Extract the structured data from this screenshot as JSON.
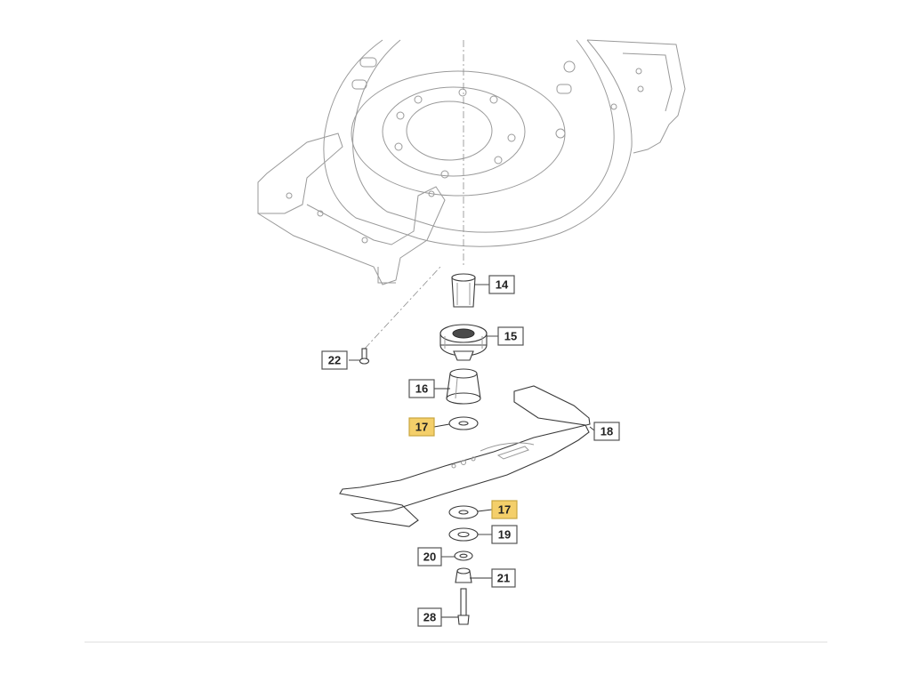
{
  "callouts": [
    {
      "id": "c14",
      "label": "14",
      "highlighted": false
    },
    {
      "id": "c15",
      "label": "15",
      "highlighted": false
    },
    {
      "id": "c16",
      "label": "16",
      "highlighted": false
    },
    {
      "id": "c17a",
      "label": "17",
      "highlighted": true
    },
    {
      "id": "c17b",
      "label": "17",
      "highlighted": true
    },
    {
      "id": "c18",
      "label": "18",
      "highlighted": false
    },
    {
      "id": "c19",
      "label": "19",
      "highlighted": false
    },
    {
      "id": "c20",
      "label": "20",
      "highlighted": false
    },
    {
      "id": "c21",
      "label": "21",
      "highlighted": false
    },
    {
      "id": "c22",
      "label": "22",
      "highlighted": false
    },
    {
      "id": "c28",
      "label": "28",
      "highlighted": false
    }
  ],
  "colors": {
    "highlight": "#f4cf6a",
    "line": "#3a3a3a",
    "deck": "#9a9a9a"
  }
}
